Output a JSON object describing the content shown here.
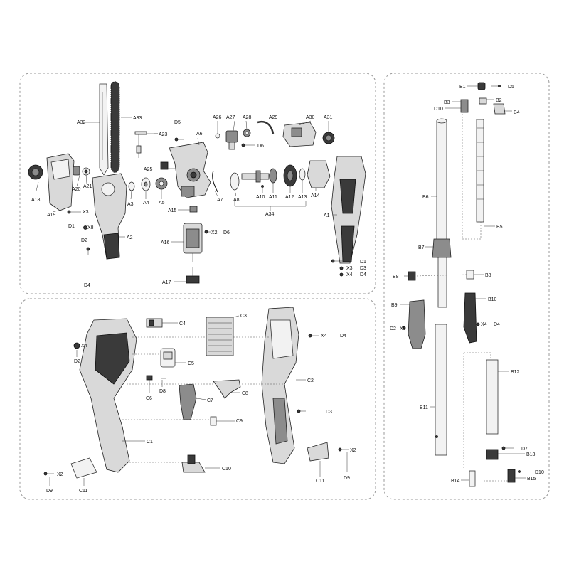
{
  "labels": {
    "A1": "A1",
    "A2": "A2",
    "A3": "A3",
    "A4": "A4",
    "A5": "A5",
    "A6": "A6",
    "A7": "A7",
    "A8": "A8",
    "A10": "A10",
    "A11": "A11",
    "A12": "A12",
    "A13": "A13",
    "A14": "A14",
    "A15": "A15",
    "A16": "A16",
    "A17": "A17",
    "A18": "A18",
    "A19": "A19",
    "A20": "A20",
    "A21": "A21",
    "A23": "A23",
    "A25": "A25",
    "A26": "A26",
    "A27": "A27",
    "A28": "A28",
    "A29": "A29",
    "A30": "A30",
    "A31": "A31",
    "A32": "A32",
    "A33": "A33",
    "A34": "A34",
    "B1": "B1",
    "B2": "B2",
    "B3": "B3",
    "B4": "B4",
    "B5": "B5",
    "B6": "B6",
    "B7": "B7",
    "B8a": "B8",
    "B8b": "B8",
    "B9": "B9",
    "B10": "B10",
    "B11": "B11",
    "B12": "B12",
    "B13": "B13",
    "B14": "B14",
    "B15": "B15",
    "C1": "C1",
    "C2": "C2",
    "C3": "C3",
    "C4": "C4",
    "C5": "C5",
    "C6": "C6",
    "C7": "C7",
    "C8": "C8",
    "C9": "C9",
    "C10": "C10",
    "C11a": "C11",
    "C11b": "C11",
    "D1a": "D1",
    "D1b": "D1",
    "D2a": "D2",
    "D2b": "D2",
    "D2c": "D2",
    "D3a": "D3",
    "D3b": "D3",
    "D4a": "D4",
    "D4b": "D4",
    "D4c": "D4",
    "D4d": "D4",
    "D5a": "D5",
    "D5b": "D5",
    "D6a": "D6",
    "D6b": "D6",
    "D7": "D7",
    "D8": "D8",
    "D9a": "D9",
    "D9b": "D9",
    "D10a": "D10",
    "D10b": "D10"
  },
  "quantities": {
    "x2a": "X2",
    "x2b": "X2",
    "x2c": "X2",
    "x2d": "X2",
    "x2e": "X2",
    "x3a": "X3",
    "x3b": "X3",
    "x4a": "X4",
    "x4b": "X4",
    "x4c": "X4",
    "x4d": "X4",
    "x8a": "X8",
    "x8b": "X8"
  }
}
